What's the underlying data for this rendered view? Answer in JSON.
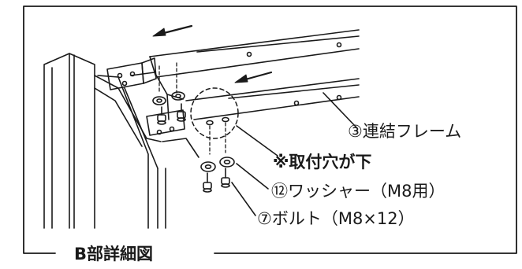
{
  "labels": {
    "frame": "③連結フレーム",
    "note": "※取付穴が下",
    "washer": "⑫ワッシャー（M8用）",
    "bolt": "⑦ボルト（M8×12）",
    "detail_title": "B部詳細図"
  },
  "colors": {
    "line": "#1a1a1a",
    "background": "#ffffff"
  }
}
